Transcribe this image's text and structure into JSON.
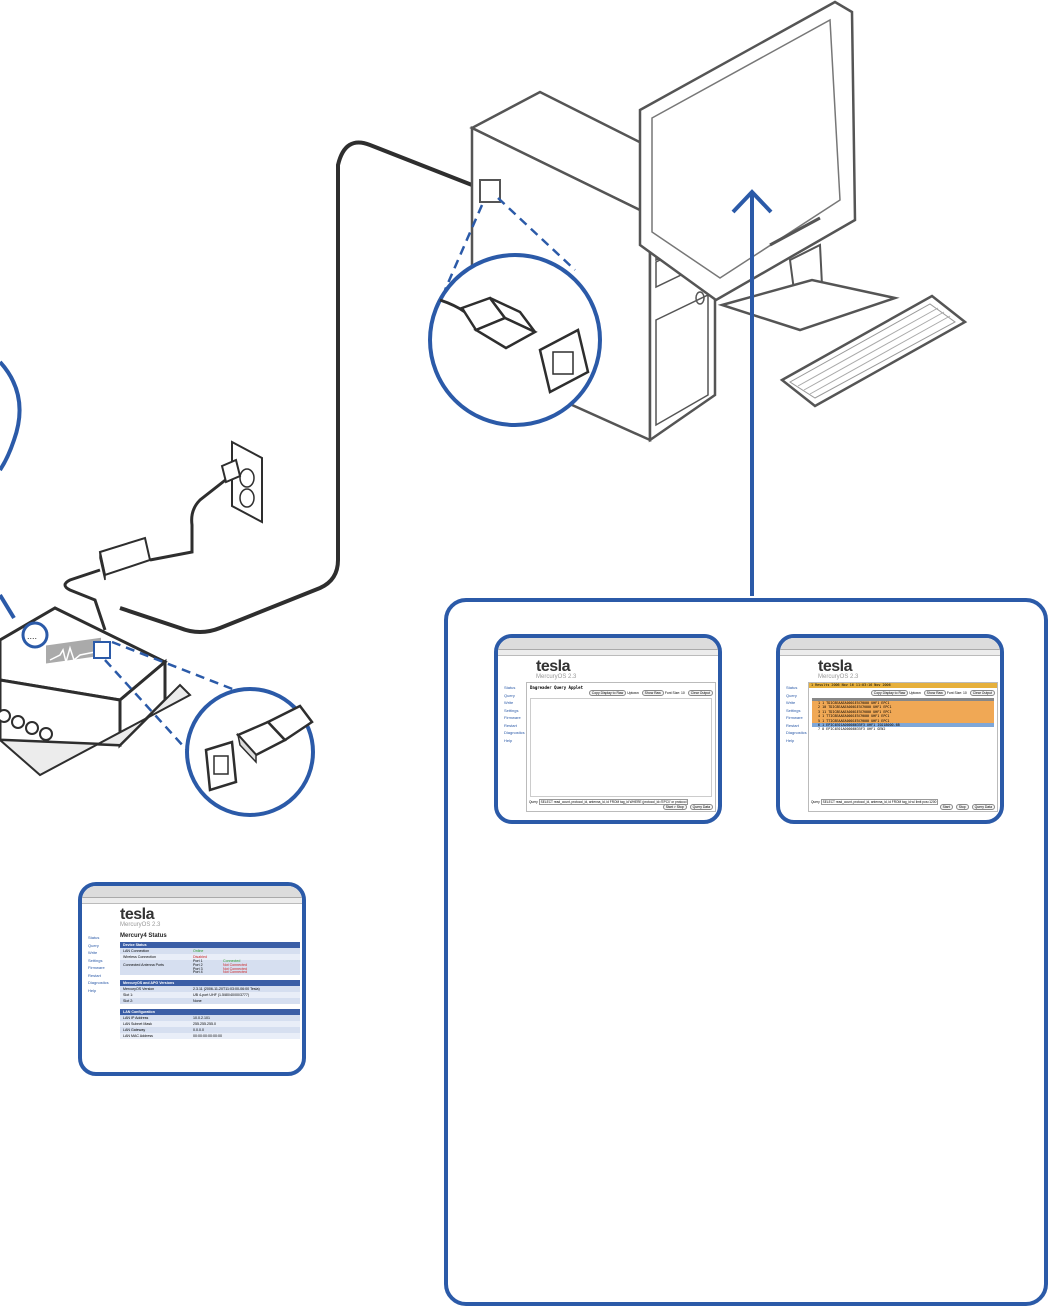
{
  "colors": {
    "accent": "#2b5aa8",
    "line": "#2e2e2e",
    "highlight": "#e6b03c",
    "orange": "#f0a855",
    "blue_row": "#7fa7d8",
    "green": "#2a9a2a",
    "red": "#cc2222"
  },
  "icons": [
    "ethernet-plug-icon",
    "ethernet-jack-icon",
    "power-outlet-icon",
    "power-adapter-icon",
    "desktop-computer-icon",
    "monitor-icon",
    "keyboard-icon",
    "wireless-signal-icon"
  ],
  "screenshot_status": {
    "window_title": "Tesla - Mercury4 Status",
    "logo": "tesla",
    "logo_sub": "MercuryOS 2.3",
    "nav": [
      "Status",
      "Query",
      "Write",
      "Settings",
      "Firmware",
      "Restart",
      "Diagnostics",
      "Help"
    ],
    "page_title": "Mercury4 Status",
    "sections": [
      {
        "header": "Device Status",
        "rows": [
          {
            "k": "LAN Connection",
            "v": "Online",
            "c": "green"
          },
          {
            "k": "Wireless Connection",
            "v": "Disabled",
            "c": "red"
          }
        ]
      },
      {
        "header": "MercuryOS and APG Versions",
        "rows": [
          {
            "k": "MercuryOS Version",
            "v": "2.3.11 (2006-11-20T11:03:00-06:00 Tesla)",
            "c": ""
          },
          {
            "k": "Slot 1:",
            "v": "UB 4-port UHF (1.5/80/40/00/3777)",
            "c": ""
          },
          {
            "k": "Slot 2:",
            "v": "None",
            "c": ""
          }
        ]
      },
      {
        "header": "LAN Configuration",
        "rows": [
          {
            "k": "LAN IP Address",
            "v": "10.0.2.101",
            "c": ""
          },
          {
            "k": "LAN Subnet Mask",
            "v": "255.255.255.0",
            "c": ""
          },
          {
            "k": "LAN Gateway",
            "v": "0.0.0.0",
            "c": ""
          },
          {
            "k": "LAN MAC Address",
            "v": "00:00:00:00:00:00",
            "c": ""
          }
        ]
      }
    ],
    "antenna_label": "Connected Antenna Ports",
    "ports": [
      {
        "p": "Port 1",
        "s": "Connected",
        "c": "green"
      },
      {
        "p": "Port 2",
        "s": "Not Connected",
        "c": "red"
      },
      {
        "p": "Port 3",
        "s": "Not Connected",
        "c": "red"
      },
      {
        "p": "Port 4",
        "s": "Not Connected",
        "c": "red"
      }
    ]
  },
  "screenshot_query_empty": {
    "logo": "tesla",
    "logo_sub": "MercuryOS 2.3",
    "nav": [
      "Status",
      "Query",
      "Write",
      "Settings",
      "Firmware",
      "Restart",
      "Diagnostics",
      "Help"
    ],
    "heading": "Dagreader Query Applet",
    "buttons": [
      "Copy Display to Raw",
      "Uptown",
      "Show Raw",
      "Font Size: 10",
      "Clear Output"
    ],
    "query_label": "Query",
    "query_text": "SELECT read_count, protocol_id, antenna_id, id FROM tag_id WHERE (protocol_id='EPC0' or protocol",
    "bottom_buttons": [
      "Start > Stop",
      "Query Data"
    ]
  },
  "screenshot_query_results": {
    "logo": "tesla",
    "logo_sub": "MercuryOS 2.3",
    "nav": [
      "Status",
      "Query",
      "Write",
      "Settings",
      "Firmware",
      "Restart",
      "Diagnostics",
      "Help"
    ],
    "banner": "1 Results 2006 Nov 16 11:03:16 Nov 2006",
    "rows": [
      "1  1  TDIC8EAAEA0001E5C9000  UHF1  EPC1",
      "2  10  TDIC8EAAEA0001E5C9000  UHF1  EPC1",
      "3  11  TDIC8EAAEA0001E5C9000  UHF1  EPC1",
      "4  1  TTIC8EAAEA0001E5C9000  UHF1  EPC1",
      "5  1  TTIC8EAAEA0001E5C9000  UHF1  EPC1",
      "6  1  EPIC4E01A00008635F3  UHF1  ISO18000-6B",
      "7  8  EPIC4E01A00008635F3  UHF1  GEN2"
    ],
    "buttons": [
      "Copy Display to Raw",
      "Uptown",
      "Show Raw",
      "Font Size: 10",
      "Clear Output"
    ],
    "query_label": "Query",
    "query_text": "SELECT read_count, protocol_id, antenna_id, id FROM tag_id w/ limit pos=1200",
    "bottom_buttons": [
      "Start",
      "Stop",
      "Query Data"
    ]
  }
}
